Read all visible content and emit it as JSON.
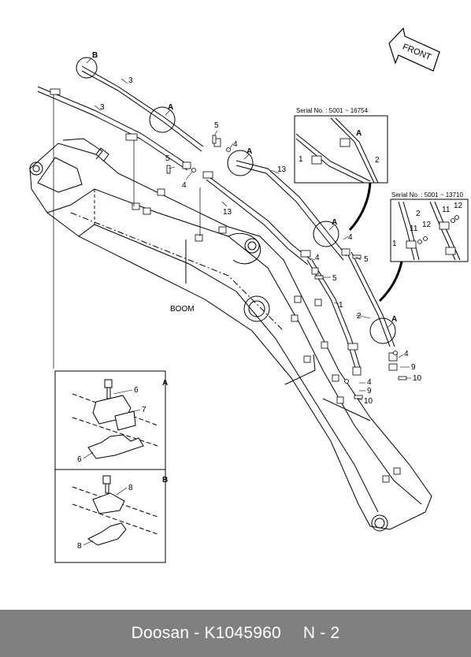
{
  "diagram": {
    "direction_label": "FRONT",
    "boom_label": "BOOM",
    "serial_a": "Serial No. : 5001 ~ 16754",
    "serial_b": "Serial No. : 5001 ~ 13710",
    "detail_a_label": "A",
    "detail_b_label": "B",
    "callouts": {
      "p1": "1",
      "p2": "2",
      "p3": "3",
      "p4": "4",
      "p5": "5",
      "p6": "6",
      "p7": "7",
      "p8": "8",
      "p9": "9",
      "p10": "10",
      "p11": "11",
      "p12": "12",
      "p13": "13",
      "clampA": "A",
      "clampB": "B"
    }
  },
  "footer": {
    "brand_part": "Doosan - K1045960",
    "page": "N - 2"
  }
}
